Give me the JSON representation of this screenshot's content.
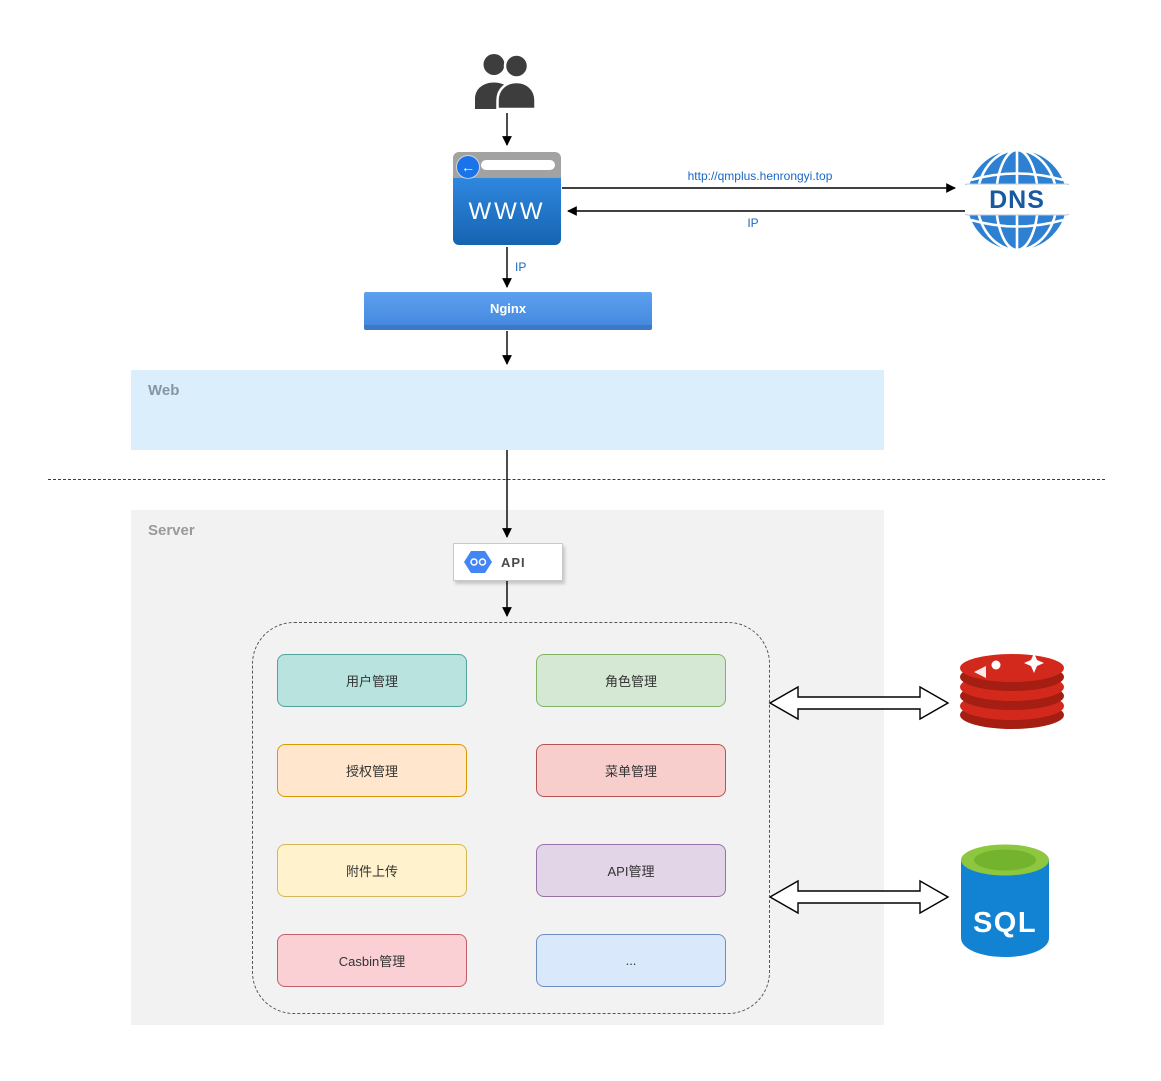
{
  "zones": {
    "web": {
      "label": "Web"
    },
    "server": {
      "label": "Server"
    }
  },
  "nodes": {
    "browser": {
      "label": "WWW"
    },
    "dns": {
      "label": "DNS"
    },
    "nginx": {
      "label": "Nginx"
    },
    "api": {
      "label": "API"
    },
    "sql": {
      "label": "SQL"
    }
  },
  "connector_labels": {
    "browser_to_dns": "http://qmplus.henrongyi.top",
    "dns_to_browser": "IP",
    "browser_to_nginx": "IP"
  },
  "modules": [
    {
      "label": "用户管理",
      "css": "background:#b8e3de;border:1px solid #53a39a"
    },
    {
      "label": "角色管理",
      "css": "background:#d5e8d4;border:1px solid #82b366"
    },
    {
      "label": "授权管理",
      "css": "background:#ffe6cc;border:1px solid #d79b00"
    },
    {
      "label": "菜单管理",
      "css": "background:#f8cecc;border:1px solid #b85450"
    },
    {
      "label": "附件上传",
      "css": "background:#fff2cc;border:1px solid #d6b656"
    },
    {
      "label": "API管理",
      "css": "background:#e1d5e7;border:1px solid #9673a6"
    },
    {
      "label": "Casbin管理",
      "css": "background:#fad0d5;border:1px solid #c25f69"
    },
    {
      "label": "...",
      "css": "background:#dae8fc;border:1px solid #6c8ebf"
    }
  ],
  "icons": {
    "users": "users-icon",
    "back_arrow_glyph": "←",
    "dns_globe": "globe-icon",
    "api_hexagon": "hexagon-icon",
    "redis": "redis-stack-icon",
    "sql_cylinder": "database-cylinder-icon"
  },
  "colors": {
    "connector_label": "#1a68c6",
    "nginx_fill": "#5598e8",
    "web_zone_fill": "#daeefc",
    "server_zone_fill": "#f2f2f2",
    "browser_body_fill": "#1f6fc4",
    "dns_globe_fill": "#2e80d2",
    "redis_red": "#d3291c",
    "redis_dark_red": "#a41e11",
    "sql_body_fill": "#1283d2",
    "sql_top_fill": "#8dc63f"
  }
}
